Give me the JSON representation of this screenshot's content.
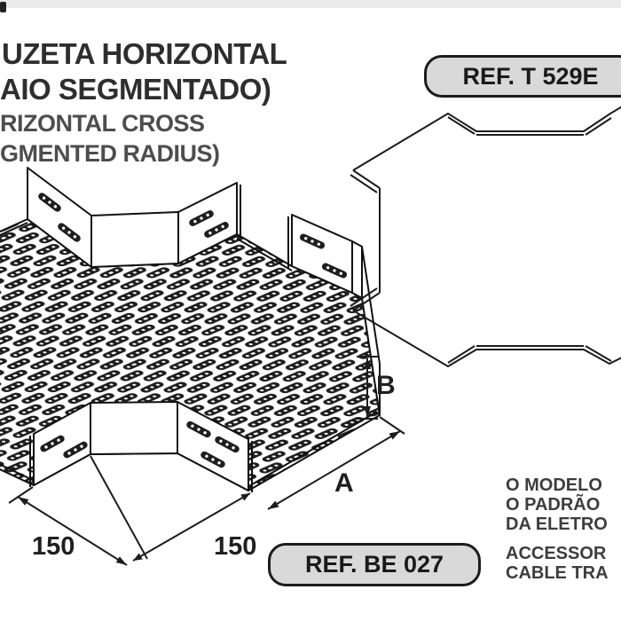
{
  "header": {
    "title_line1": "UZETA HORIZONTAL",
    "title_line2": "AIO SEGMENTADO)",
    "subtitle_line1": "RIZONTAL CROSS",
    "subtitle_line2": "GMENTED  RADIUS)"
  },
  "badges": {
    "top_ref": "REF. T 529E",
    "bottom_ref": "REF. BE 027"
  },
  "dimensions": {
    "left_width": "150",
    "right_width": "150",
    "length": "A",
    "height": "B"
  },
  "notes": {
    "pt": [
      "O MODELO",
      "O PADRÃO",
      "DA ELETRO"
    ],
    "en": [
      "ACCESSOR",
      "CABLE TRA"
    ]
  },
  "colors": {
    "badge_bg": "#d9d9d9",
    "line": "#1c1c1c"
  }
}
